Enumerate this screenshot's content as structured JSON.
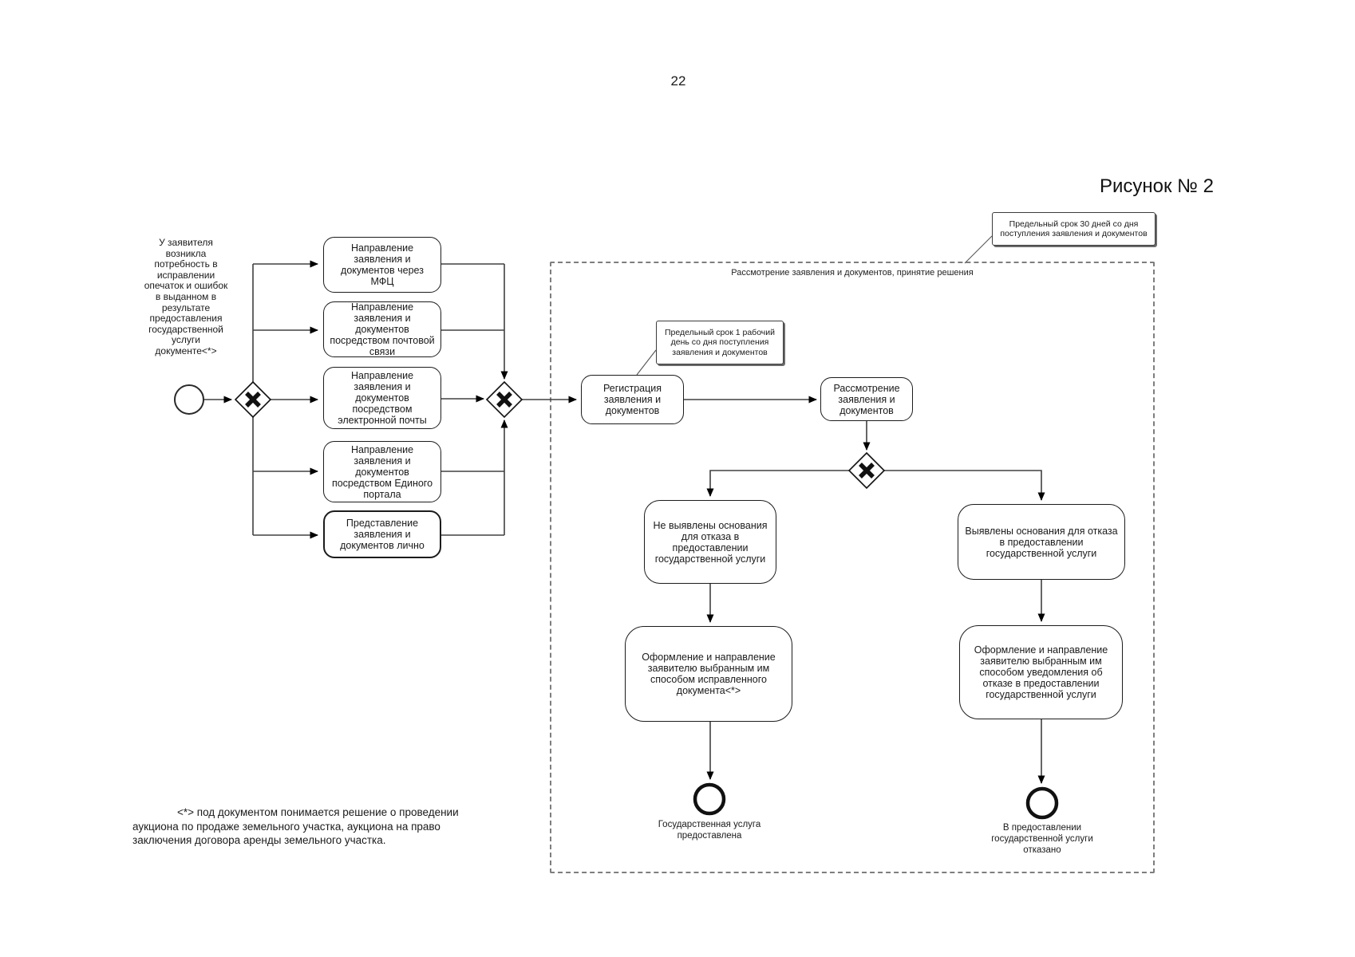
{
  "page": {
    "number": "22",
    "figure_label": "Рисунок № 2",
    "footnote": "<*> под документом понимается решение о проведении аукциона по продаже земельного участка, аукциона на право заключения договора аренды земельного участка."
  },
  "start": {
    "note": "У заявителя возникла потребность в исправлении опечаток и ошибок в выданном в результате предоставления государственной услуги документе<*>"
  },
  "channels": {
    "mfc": "Направление заявления и документов через МФЦ",
    "mail": "Направление заявления и документов посредством почтовой связи",
    "email": "Направление заявления и документов посредством электронной почты",
    "portal": "Направление заявления и документов посредством Единого портала",
    "in_person": "Представление заявления и документов лично"
  },
  "process": {
    "container_label": "Рассмотрение заявления и документов, принятие решения",
    "registration": "Регистрация заявления и документов",
    "review": "Рассмотрение заявления и документов",
    "no_grounds": "Не выявлены основания для отказа в предоставлении государственной услуги",
    "grounds": "Выявлены основания для отказа в предоставлении государственной услуги",
    "issue_document": "Оформление и направление заявителю выбранным им способом исправленного документа<*>",
    "issue_refusal": "Оформление и направление заявителю выбранным им способом уведомления об отказе в предоставлении государственной услуги",
    "end_provided": "Государственная услуга предоставлена",
    "end_refused": "В предоставлении государственной услуги отказано"
  },
  "annotations": {
    "term_30_days": "Предельный срок 30 дней со дня поступления заявления и документов",
    "term_1_day": "Предельный срок 1 рабочий день со дня поступления заявления и документов"
  },
  "colors": {
    "line": "#404040",
    "box_border": "#1c1c1c",
    "lane_border": "#7e7e7e"
  }
}
